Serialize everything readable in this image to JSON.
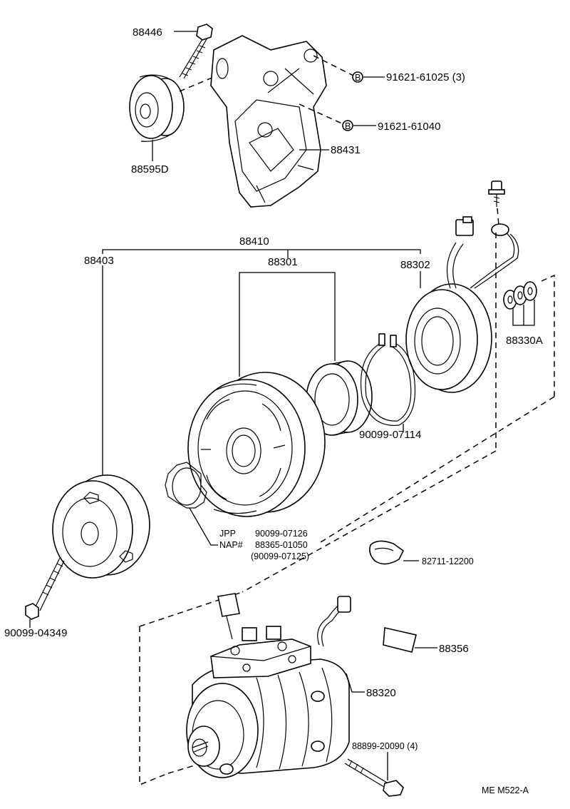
{
  "diagram_code": "ME  M522-A",
  "parts": {
    "bolt_top": "88446",
    "idler_pulley": "88595D",
    "bracket": "88431",
    "nut_3": "91621-61025 (3)",
    "nut_1": "91621-61040",
    "clutch_assy": "88410",
    "pressure_plate": "88403",
    "pulley": "88301",
    "stator": "88302",
    "shim_set": "88330A",
    "snap_ring": "90099-07114",
    "bolt_front": "90099-04349",
    "ring_label_jpp": "JPP",
    "ring_label_nap": "NAP#",
    "ring_jpp": "90099-07126",
    "ring_nap": "88365-01050",
    "ring_alt": "(90099-07125)",
    "clamp": "82711-12200",
    "label_plate": "88356",
    "compressor": "88320",
    "bolt_compressor": "88899-20090 (4)"
  },
  "icons": {
    "nut_marker": "B"
  }
}
